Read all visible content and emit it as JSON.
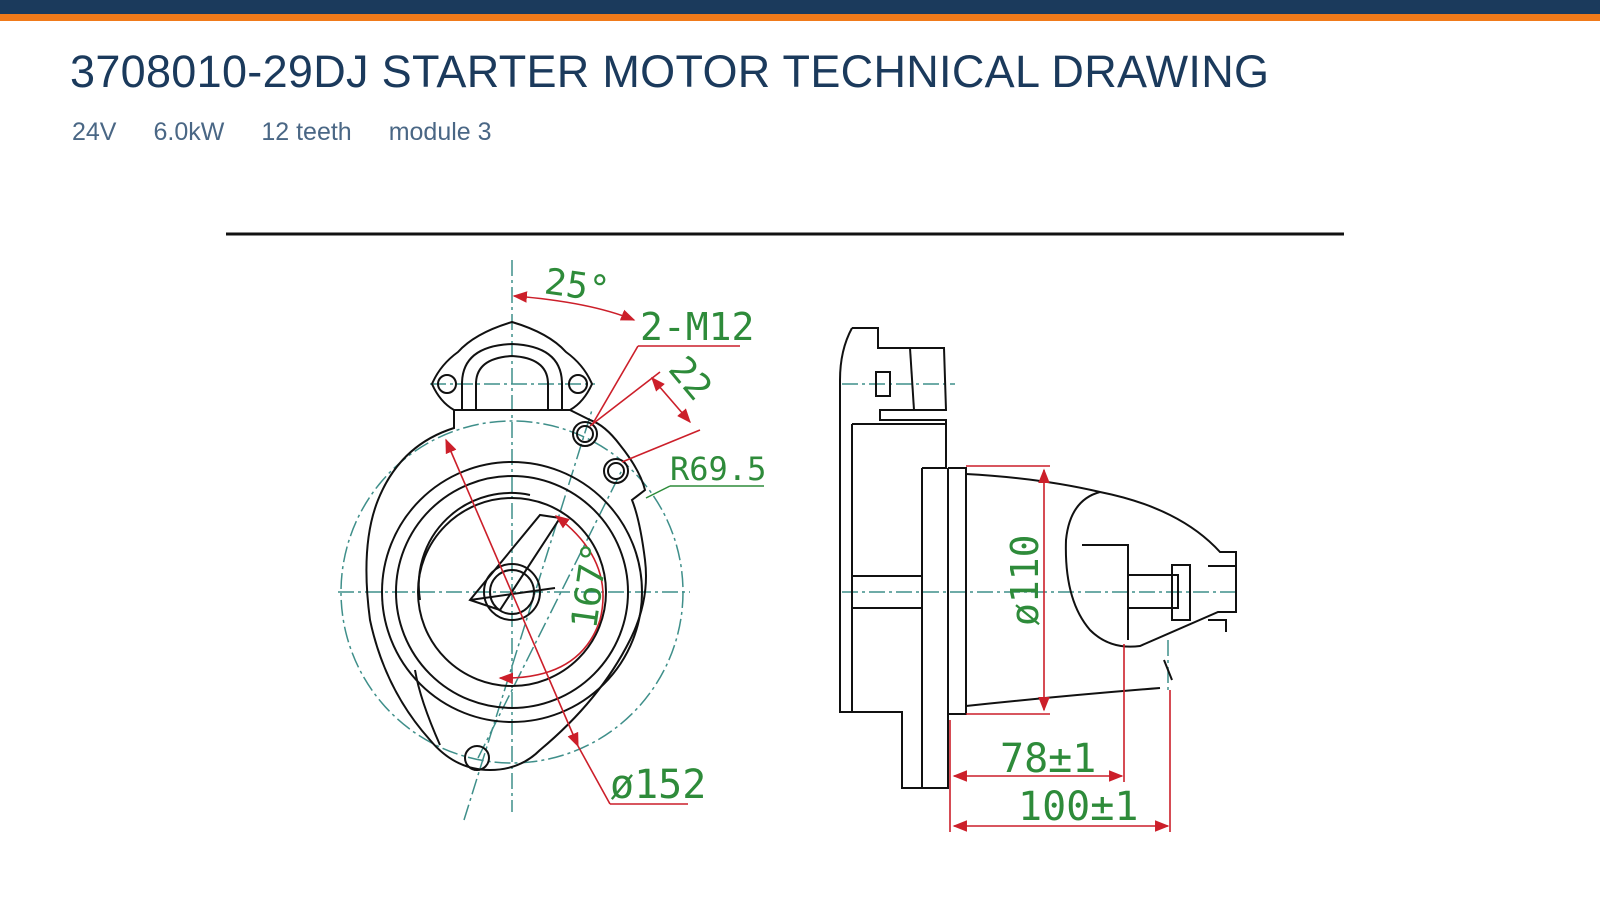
{
  "header": {
    "title": "3708010-29DJ STARTER MOTOR TECHNICAL DRAWING",
    "specs": [
      "24V",
      "6.0kW",
      "12 teeth",
      "module 3"
    ]
  },
  "drawing": {
    "front_view": {
      "angle_top": "25°",
      "bolt_callout": "2-M12",
      "bolt_spacing": "22",
      "radius": "R69.5",
      "angle_center": "167°",
      "diameter": "ø152"
    },
    "side_view": {
      "diameter": "ø110",
      "length_a": "78±1",
      "length_b": "100±1"
    }
  },
  "colors": {
    "header_bar": "#1b3a5c",
    "accent": "#f07a1a",
    "dimension_text": "#2e8b3a",
    "dimension_line": "#cc1f2a",
    "centerline": "#3f8f8a",
    "outline": "#111111"
  }
}
